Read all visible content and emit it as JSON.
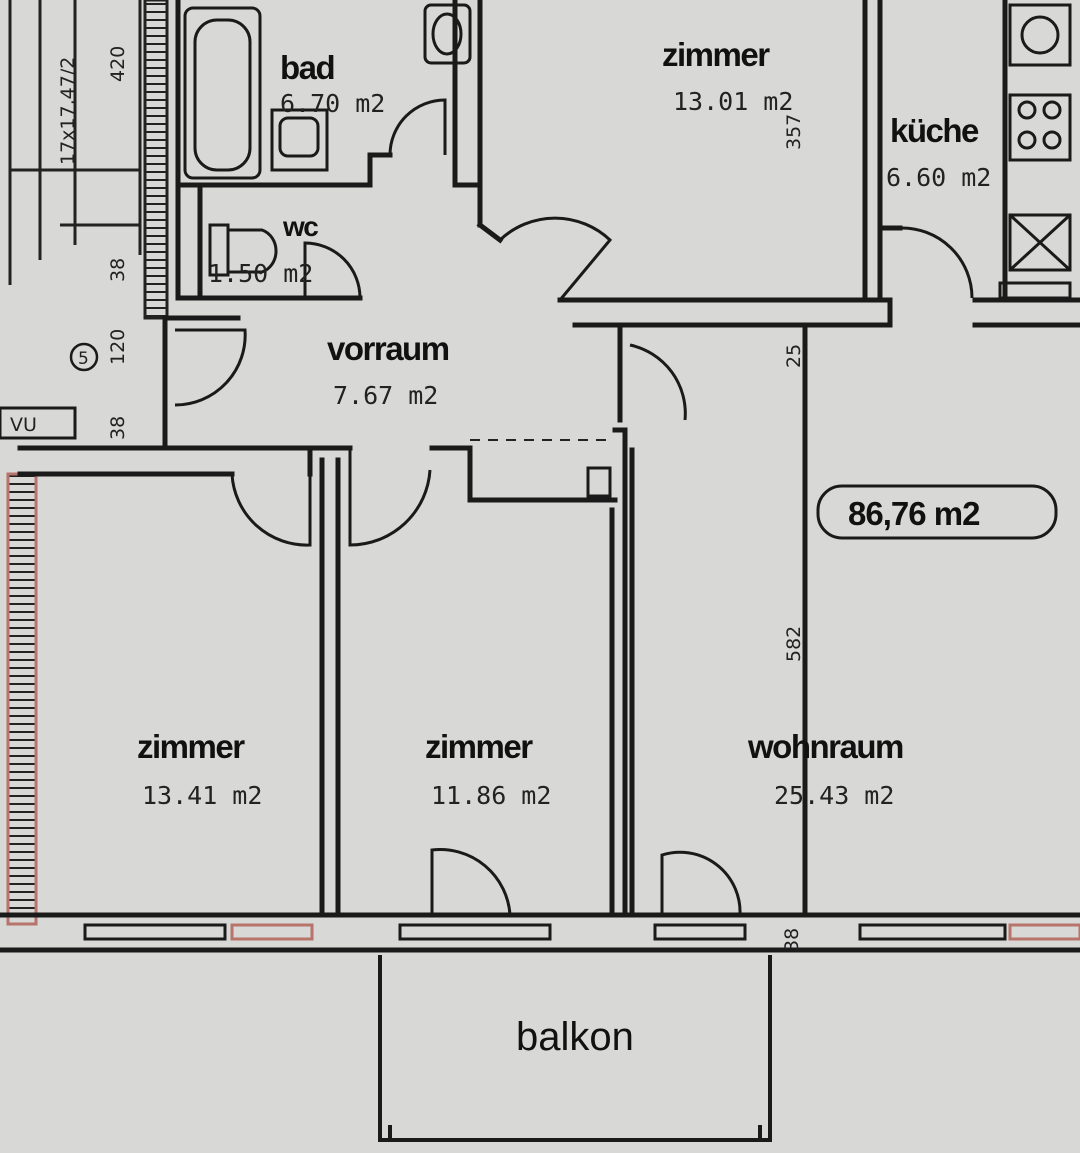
{
  "rooms": {
    "bad": {
      "name": "bad",
      "area": "6.70 m2"
    },
    "wc": {
      "name": "wc",
      "area": "1.50 m2"
    },
    "zimmer_top": {
      "name": "zimmer",
      "area": "13.01 m2"
    },
    "kueche": {
      "name": "küche",
      "area": "6.60 m2"
    },
    "vorraum": {
      "name": "vorraum",
      "area": "7.67 m2"
    },
    "zimmer_left": {
      "name": "zimmer",
      "area": "13.41 m2"
    },
    "zimmer_mid": {
      "name": "zimmer",
      "area": "11.86 m2"
    },
    "wohnraum": {
      "name": "wohnraum",
      "area": "25.43 m2"
    },
    "balkon": {
      "name": "balkon"
    }
  },
  "total_area": "86,76 m2",
  "dimensions": {
    "stair": "17x17,47/2",
    "d420": "420",
    "d38a": "38",
    "d120": "120",
    "d38b": "38",
    "d357": "357",
    "d25": "25",
    "d582": "582",
    "d38c": "38"
  },
  "markers": {
    "circle": "5",
    "vent": "VU"
  },
  "colors": {
    "paper": "#d8d8d6",
    "line": "#1a1a1a",
    "accent": "#b8746a"
  }
}
